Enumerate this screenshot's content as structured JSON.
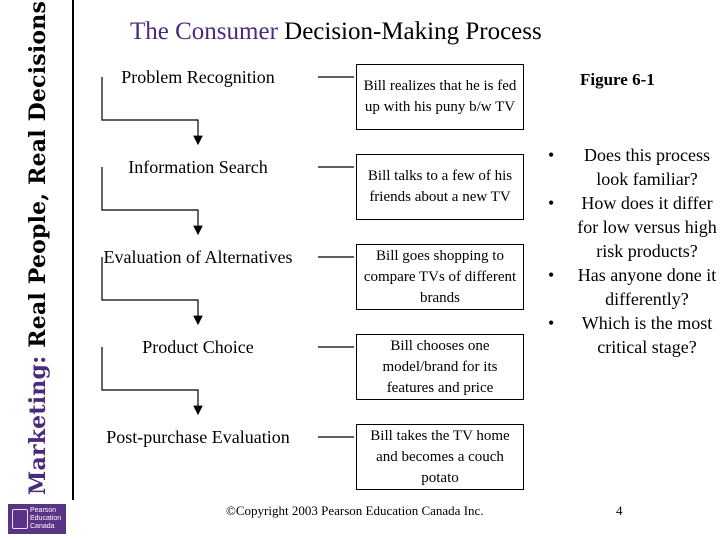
{
  "side_title": {
    "prefix": "Marketing:",
    "rest": " Real People, Real Decisions"
  },
  "title": {
    "accent": "The Consumer",
    "rest": " Decision-Making Process"
  },
  "steps": [
    {
      "label": "Problem Recognition",
      "desc": "Bill realizes that he is fed up with his puny b/w TV"
    },
    {
      "label": "Information Search",
      "desc": "Bill talks to a few of his friends about a new TV"
    },
    {
      "label": "Evaluation of Alternatives",
      "desc": "Bill goes shopping to compare TVs of different brands"
    },
    {
      "label": "Product Choice",
      "desc": "Bill chooses one model/brand for its features and price"
    },
    {
      "label": "Post-purchase Evaluation",
      "desc": "Bill takes the TV home and becomes a couch potato"
    }
  ],
  "figure_label": "Figure 6-1",
  "bullets": [
    "Does this process look familiar?",
    "How does it differ for low versus high risk products?",
    "Has anyone done it differently?",
    "Which is the most critical stage?"
  ],
  "bullet_glyph": "•",
  "footer": {
    "copyright": "©Copyright 2003 Pearson Education Canada Inc.",
    "page_number": "4"
  },
  "logo": {
    "line1": "Pearson",
    "line2": "Education",
    "line3": "Canada"
  },
  "colors": {
    "accent": "#4b2a7b",
    "logo_bg": "#5a3386"
  }
}
